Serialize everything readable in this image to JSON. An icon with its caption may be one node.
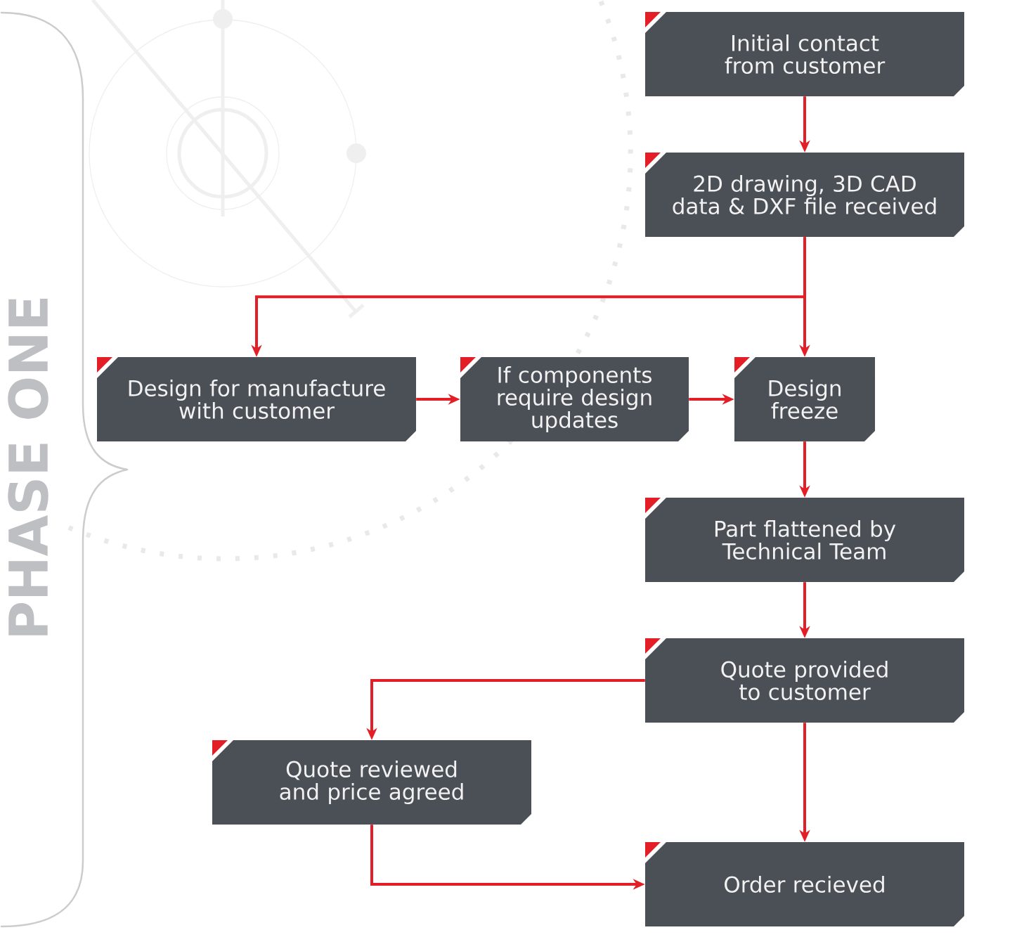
{
  "diagram": {
    "nodes": [
      {
        "text": [
          "Initial contact from customer"
        ]
      },
      {
        "text": [
          "2D drawing, 3D CAD data & DXF file received"
        ]
      },
      {
        "text": [
          "Design for manufacture with customer"
        ]
      },
      {
        "text": [
          "If components require design updates"
        ]
      },
      {
        "text": [
          "Design freeze"
        ]
      },
      {
        "text": [
          "Part flattened by Technical Team"
        ]
      },
      {
        "text": [
          "Quote provided to customer"
        ]
      },
      {
        "text": [
          "Quote reviewed and price agreed"
        ]
      },
      {
        "text": [
          "Order recieved"
        ]
      }
    ],
    "edges": [
      {
        "from": 0,
        "to": 1,
        "arrow": "to"
      },
      {
        "from": 1,
        "to": 2,
        "arrow": "to"
      },
      {
        "from": 1,
        "to": 4,
        "arrow": "to"
      },
      {
        "from": 2,
        "to": 3,
        "arrow": "to"
      },
      {
        "from": 3,
        "to": 4,
        "arrow": "to"
      },
      {
        "from": 4,
        "to": 5,
        "arrow": "to"
      },
      {
        "from": 5,
        "to": 6,
        "arrow": "to"
      },
      {
        "from": 6,
        "to": 7,
        "arrow": "to"
      },
      {
        "from": 6,
        "to": 8,
        "arrow": "to"
      },
      {
        "from": 7,
        "to": 8,
        "arrow": "to"
      }
    ],
    "labels": [
      "PHASE ONE"
    ]
  }
}
